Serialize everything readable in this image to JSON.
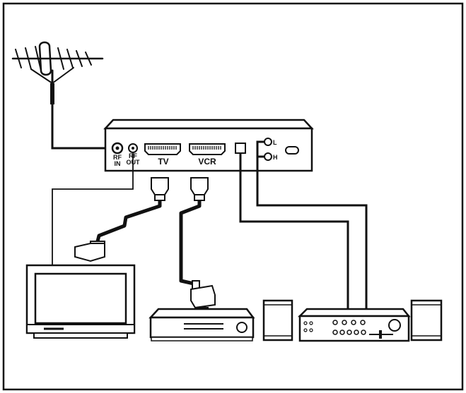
{
  "receiver": {
    "rf_in": [
      "RF",
      "IN"
    ],
    "rf_out": [
      "RF",
      "OUT"
    ],
    "scart_tv": "TV",
    "scart_vcr": "VCR",
    "audio_l": "L",
    "audio_h": "H"
  },
  "colors": {
    "ink": "#111111",
    "background": "#ffffff",
    "screen": "#ffffff"
  }
}
